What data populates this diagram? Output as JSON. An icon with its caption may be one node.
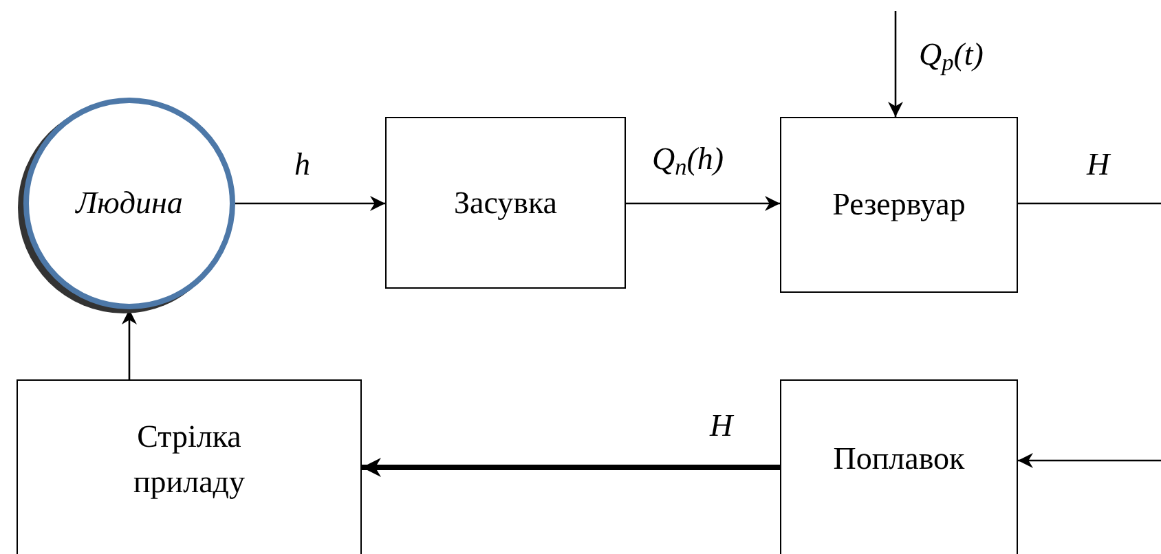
{
  "diagram": {
    "nodes": [
      {
        "text": [
          "Людина"
        ]
      },
      {
        "text": [
          "Засувка"
        ]
      },
      {
        "text": [
          "Резервуар"
        ]
      },
      {
        "text": [
          "Стрілка приладу"
        ]
      },
      {
        "text": [
          "Поплавок"
        ]
      }
    ],
    "edges": [
      {
        "from": 0,
        "to": 1,
        "arrow": "to",
        "label": "h"
      },
      {
        "from": 1,
        "to": 2,
        "arrow": "to",
        "label": "Q$_{п}$(h)"
      },
      {
        "from": null,
        "to": 2,
        "arrow": "to",
        "label": "Q$_{р}$(t)"
      },
      {
        "from": 2,
        "to": null,
        "arrow": "none",
        "label": "H"
      },
      {
        "from": null,
        "to": 4,
        "arrow": "to"
      },
      {
        "from": 4,
        "to": 3,
        "arrow": "to",
        "label": "H",
        "style": "thick"
      },
      {
        "from": 3,
        "to": 0,
        "arrow": "to"
      }
    ]
  }
}
